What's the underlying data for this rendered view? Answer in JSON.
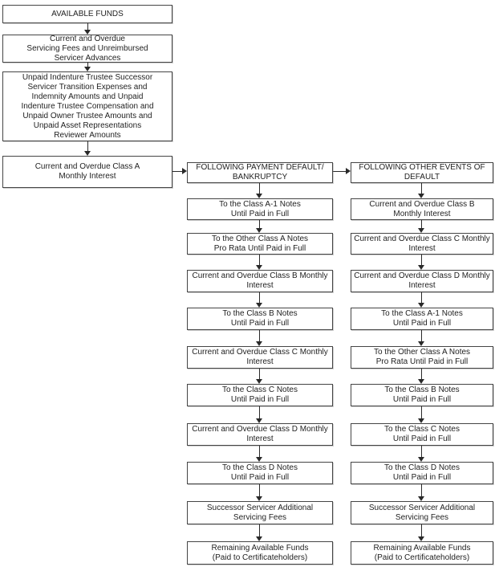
{
  "flow": {
    "source_chain": [
      "AVAILABLE FUNDS",
      "Current and Overdue\nServicing Fees and Unreimbursed\nServicer Advances",
      "Unpaid Indenture Trustee Successor\nServicer Transition Expenses and\nIndemnity Amounts and Unpaid\nIndenture Trustee Compensation and\nUnpaid Owner Trustee Amounts and\nUnpaid Asset Representations\nReviewer Amounts",
      "Current and Overdue Class A\nMonthly Interest"
    ],
    "payment_default_column": [
      "FOLLOWING PAYMENT DEFAULT/\nBANKRUPTCY",
      "To the Class A-1 Notes\nUntil Paid in Full",
      "To the Other Class A Notes\nPro Rata Until Paid in Full",
      "Current and Overdue Class B Monthly\nInterest",
      "To the Class B Notes\nUntil Paid in Full",
      "Current and Overdue Class C Monthly\nInterest",
      "To the Class C Notes\nUntil Paid in Full",
      "Current and Overdue Class D Monthly\nInterest",
      "To the Class D Notes\nUntil Paid in Full",
      "Successor Servicer Additional\nServicing Fees",
      "Remaining Available Funds\n(Paid to Certificateholders)"
    ],
    "other_default_column": [
      "FOLLOWING OTHER EVENTS OF\nDEFAULT",
      "Current and Overdue Class B\nMonthly Interest",
      "Current and Overdue Class C Monthly\nInterest",
      "Current and Overdue Class D Monthly\nInterest",
      "To the Class A-1 Notes\nUntil Paid in Full",
      "To the Other Class A Notes\nPro Rata Until Paid in Full",
      "To the Class B Notes\nUntil Paid in Full",
      "To the Class C Notes\nUntil Paid in Full",
      "To the Class D Notes\nUntil Paid in Full",
      "Successor Servicer Additional\nServicing Fees",
      "Remaining Available Funds\n(Paid to Certificateholders)"
    ],
    "colors": {
      "box_border": "#454545",
      "arrow": "#2a2a2a",
      "text": "#1f1f1f",
      "background": "#ffffff"
    }
  }
}
